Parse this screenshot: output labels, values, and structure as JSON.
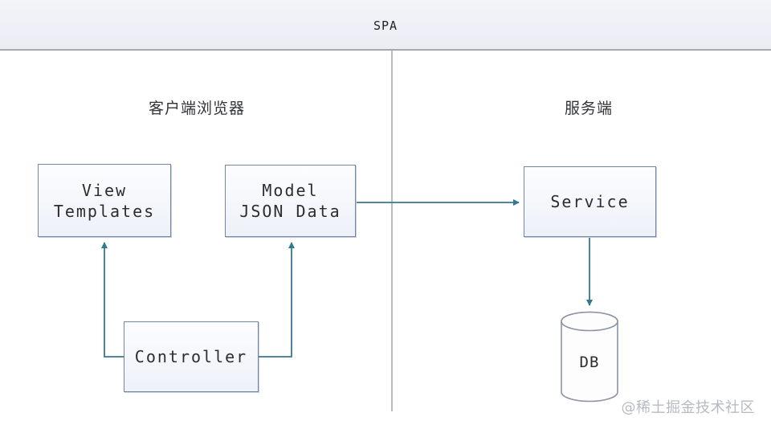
{
  "diagram": {
    "title": "SPA",
    "sections": {
      "client": {
        "label": "客户端浏览器"
      },
      "server": {
        "label": "服务端"
      }
    },
    "nodes": {
      "view_templates": {
        "label": "View\nTemplates",
        "shape": "rect",
        "section": "client"
      },
      "model": {
        "label": "Model\nJSON Data",
        "shape": "rect",
        "section": "client"
      },
      "controller": {
        "label": "Controller",
        "shape": "rect",
        "section": "client"
      },
      "service": {
        "label": "Service",
        "shape": "rect",
        "section": "server"
      },
      "db": {
        "label": "DB",
        "shape": "cylinder",
        "section": "server"
      }
    },
    "edges": [
      {
        "from": "model",
        "to": "service",
        "type": "arrow"
      },
      {
        "from": "service",
        "to": "db",
        "type": "arrow"
      },
      {
        "from": "controller",
        "to": "view_templates",
        "type": "arrow"
      },
      {
        "from": "controller",
        "to": "model",
        "type": "arrow"
      }
    ]
  },
  "watermark": "@稀土掘金技术社区",
  "colors": {
    "arrow": "#34788e",
    "node_border": "#7486a3",
    "node_fill": "#f2f5fa",
    "header_bg": "#eef0f6",
    "divider": "#b9bdc3",
    "cylinder_border": "#8b93a3",
    "watermark": "#b7bac0"
  }
}
